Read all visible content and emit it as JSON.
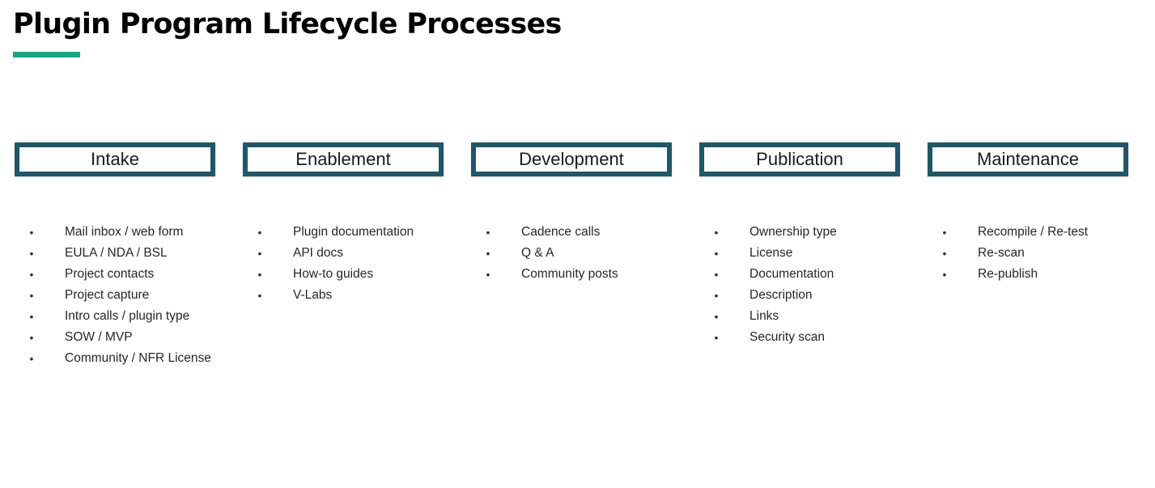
{
  "slide": {
    "title": "Plugin Program Lifecycle Processes",
    "accent_color": "#17a882",
    "box_border_color": "#1f5668",
    "background_color": "#ffffff",
    "text_color": "#262626",
    "bullet_glyph": "•"
  },
  "phases": [
    {
      "name": "Intake",
      "items": [
        "Mail inbox / web form",
        "EULA / NDA / BSL",
        "Project contacts",
        "Project capture",
        "Intro calls / plugin type",
        "SOW / MVP",
        "Community / NFR License"
      ]
    },
    {
      "name": "Enablement",
      "items": [
        "Plugin documentation",
        "API docs",
        "How-to guides",
        "V-Labs"
      ]
    },
    {
      "name": "Development",
      "items": [
        "Cadence calls",
        "Q & A",
        "Community posts"
      ]
    },
    {
      "name": "Publication",
      "items": [
        "Ownership type",
        "License",
        "Documentation",
        "Description",
        "Links",
        "Security scan"
      ]
    },
    {
      "name": "Maintenance",
      "items": [
        "Recompile / Re-test",
        "Re-scan",
        "Re-publish"
      ]
    }
  ]
}
